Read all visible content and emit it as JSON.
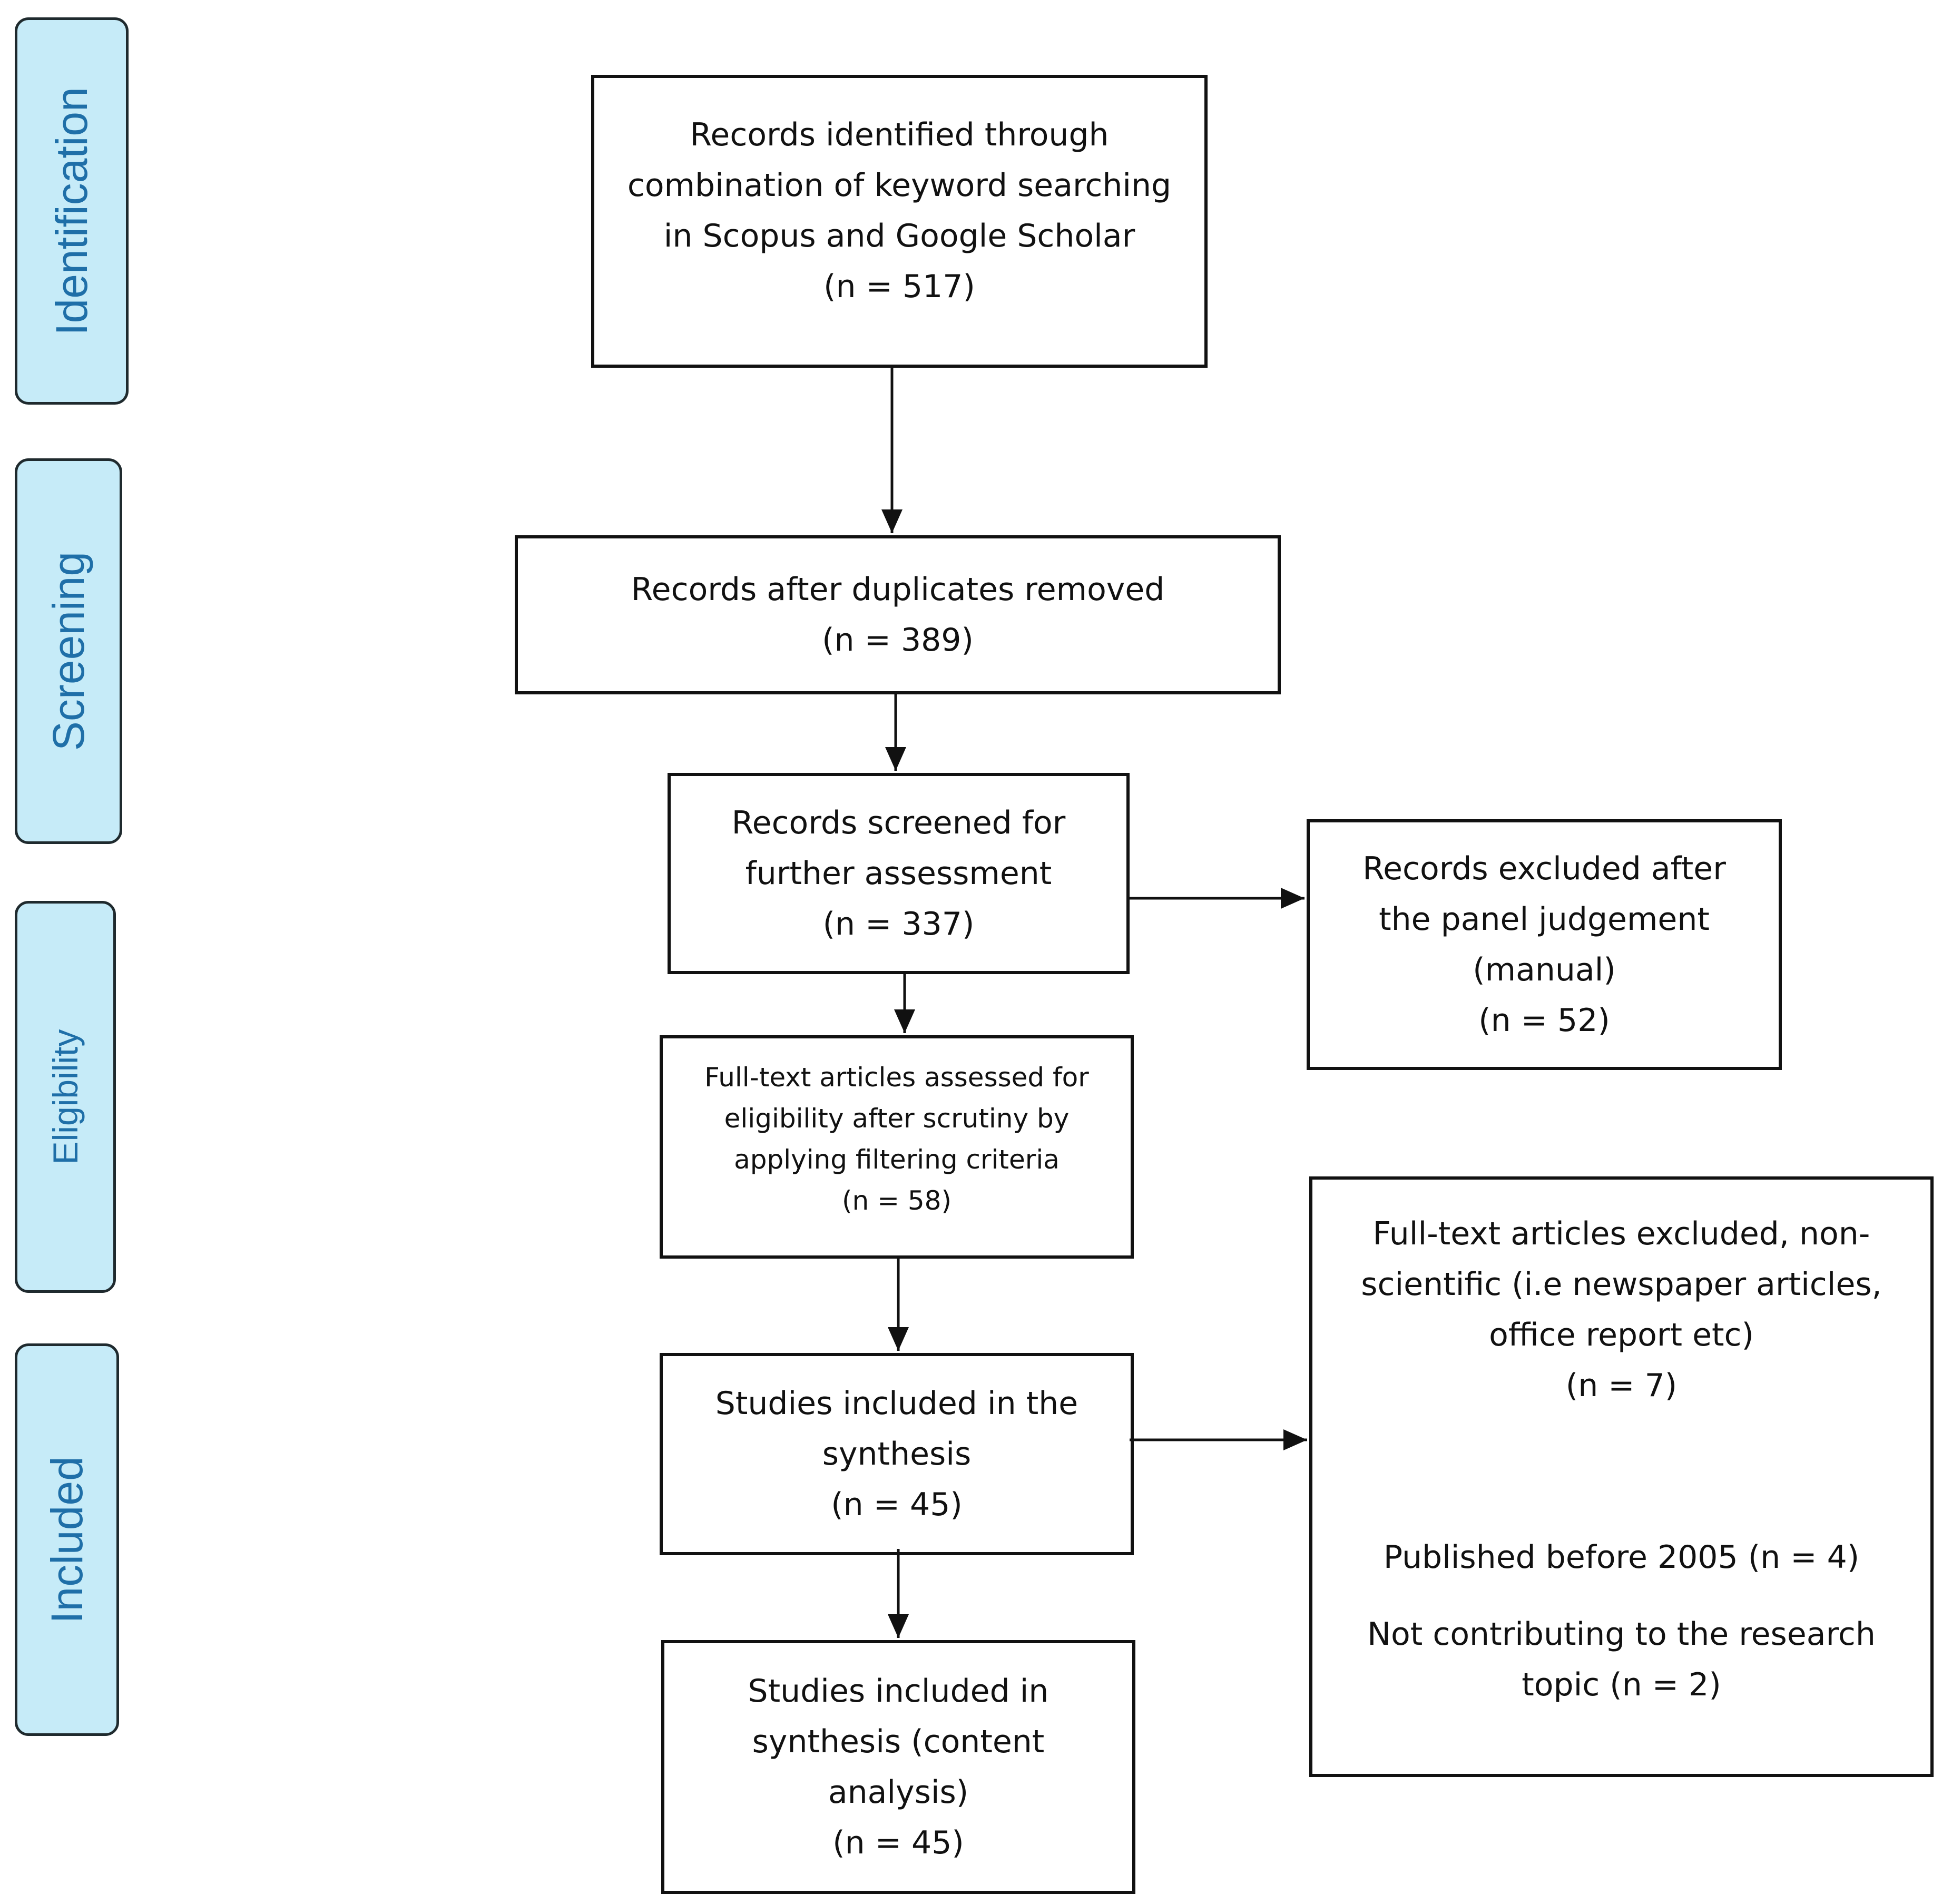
{
  "stages": {
    "identification": "Identification",
    "screening": "Screening",
    "eligibility": "Eligibility",
    "included": "Included"
  },
  "boxes": {
    "identified": {
      "lines": [
        "Records identified through",
        "combination of keyword searching",
        "in Scopus and Google Scholar",
        "(n = 517)"
      ]
    },
    "dedup": {
      "lines": [
        "Records after duplicates removed",
        "(n = 389)"
      ]
    },
    "screened": {
      "lines": [
        "Records screened for",
        "further assessment",
        "(n = 337)"
      ]
    },
    "excluded_panel": {
      "lines": [
        "Records excluded after",
        "the panel judgement",
        "(manual)",
        "(n = 52)"
      ]
    },
    "fulltext": {
      "lines": [
        "Full-text articles assessed for",
        "eligibility after scrutiny by",
        "applying filtering criteria",
        "(n = 58)"
      ]
    },
    "included_synthesis": {
      "lines": [
        "Studies included in the",
        "synthesis",
        "(n = 45)"
      ]
    },
    "content_analysis": {
      "lines": [
        "Studies included in",
        "synthesis (content",
        "analysis)",
        "(n = 45)"
      ]
    },
    "fulltext_excluded": {
      "group1": [
        "Full-text articles excluded, non-",
        "scientific (i.e newspaper articles,",
        "office report etc)",
        "(n = 7)"
      ],
      "group2": [
        "Published before 2005 (n = 4)"
      ],
      "group3": [
        "Not contributing to the research",
        "topic (n = 2)"
      ]
    }
  },
  "colors": {
    "stage_fill": "#c6ebf8",
    "stage_text": "#1f6fa8",
    "line": "#111111"
  }
}
